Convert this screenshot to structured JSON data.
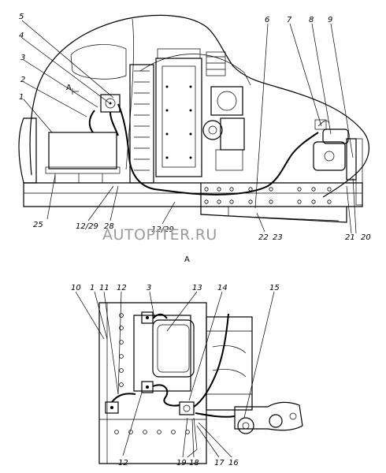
{
  "watermark": "AUTOPITER.RU",
  "view_labels": {
    "detail_marker": "A",
    "view_title": "A"
  },
  "callouts_top": {
    "c1": "1",
    "c2": "2",
    "c3": "3",
    "c4": "4",
    "c5": "5",
    "c6": "6",
    "c7": "7",
    "c8": "8",
    "c9": "9",
    "c20": "20",
    "c21": "21",
    "c22": "22",
    "c23": "23",
    "c25": "25",
    "c28": "28",
    "c12_29_left": "12/29",
    "c12_29_mid": "12/29"
  },
  "callouts_bottom": {
    "c10": "10",
    "c1": "1",
    "c11": "11",
    "c12_top": "12",
    "c3": "3",
    "c13": "13",
    "c14": "14",
    "c15": "15",
    "c12_bottom": "12",
    "c19": "19",
    "c18": "18",
    "c17": "17",
    "c16": "16"
  }
}
